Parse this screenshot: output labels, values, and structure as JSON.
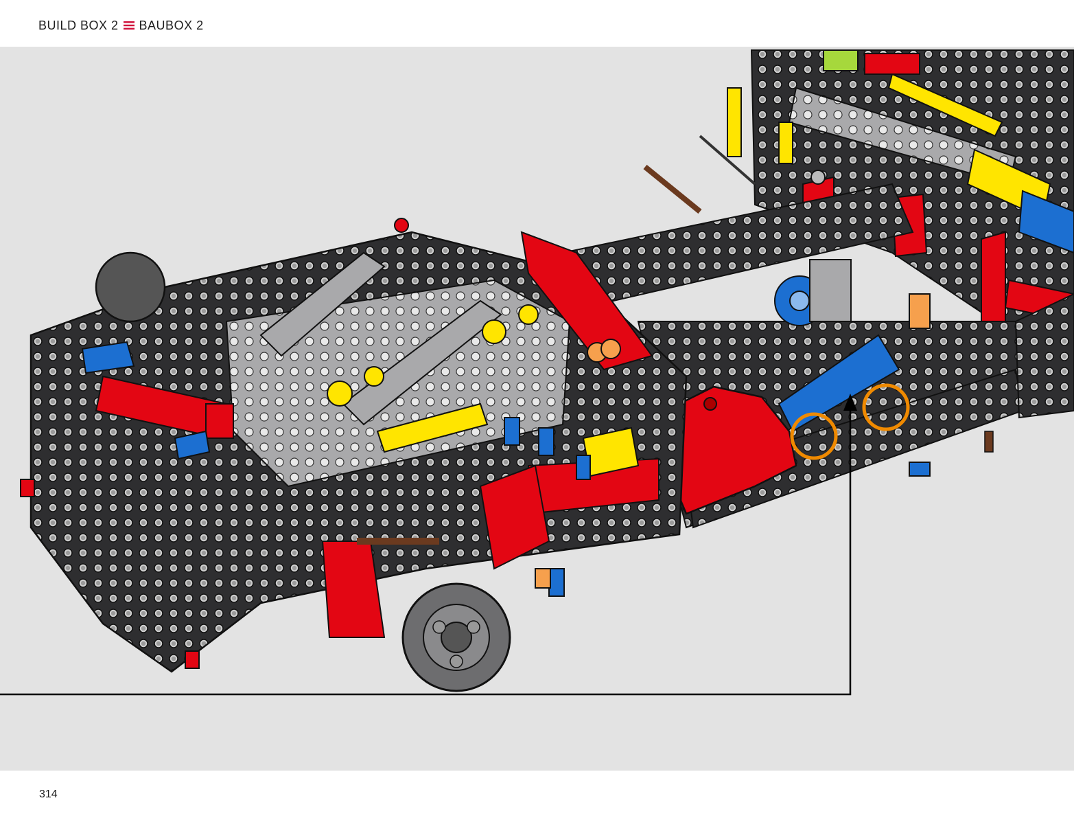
{
  "header": {
    "left_label": "BUILD BOX 2",
    "separator_icon": "triple-bar-icon",
    "right_label": "BAUBOX 2",
    "separator_color": "#d0103a"
  },
  "illustration": {
    "subject": "lego-technic-chassis-model",
    "callout_marker_color": "#f08a00",
    "callout_marker_count": 2,
    "callout_arrow_icon": "up-arrow-icon",
    "background_color": "#e3e3e3",
    "part_colors": {
      "beam_dark": "#2e2e30",
      "beam_light": "#a9a9ab",
      "red": "#e30613",
      "blue": "#1c6fd1",
      "yellow": "#ffe500",
      "orange": "#f6a04d",
      "lime": "#a6d83c"
    }
  },
  "footer": {
    "page_number": "314"
  }
}
